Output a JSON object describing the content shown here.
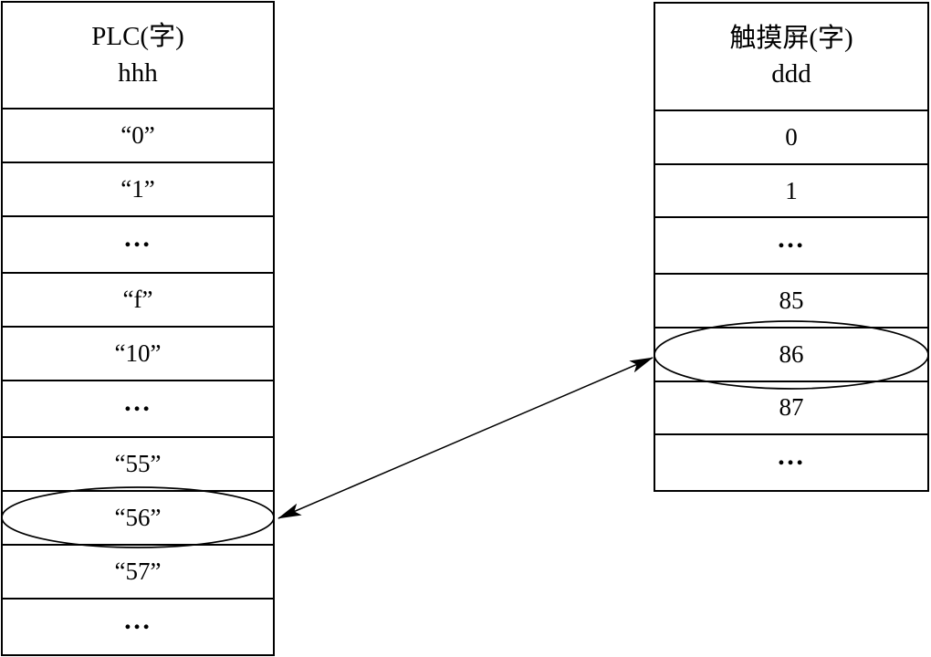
{
  "diagram": {
    "left_table": {
      "header": {
        "line1": "PLC(字)",
        "line2": "hhh"
      },
      "rows": [
        "“0”",
        "“1”",
        "…",
        "“f”",
        "“10”",
        "…",
        "“55”",
        "“56”",
        "“57”",
        "…"
      ],
      "highlighted_value": "“56”",
      "highlighted_row_index": 7
    },
    "right_table": {
      "header": {
        "line1": "触摸屏(字)",
        "line2": "ddd"
      },
      "rows": [
        "0",
        "1",
        "…",
        "85",
        "86",
        "87",
        "…"
      ],
      "highlighted_value": "86",
      "highlighted_row_index": 4
    },
    "mapping_arrow": {
      "style": "double-headed",
      "from_value": "“56”",
      "to_value": "86"
    }
  },
  "colors": {
    "line": "#000000",
    "background": "#ffffff",
    "text": "#000000"
  }
}
